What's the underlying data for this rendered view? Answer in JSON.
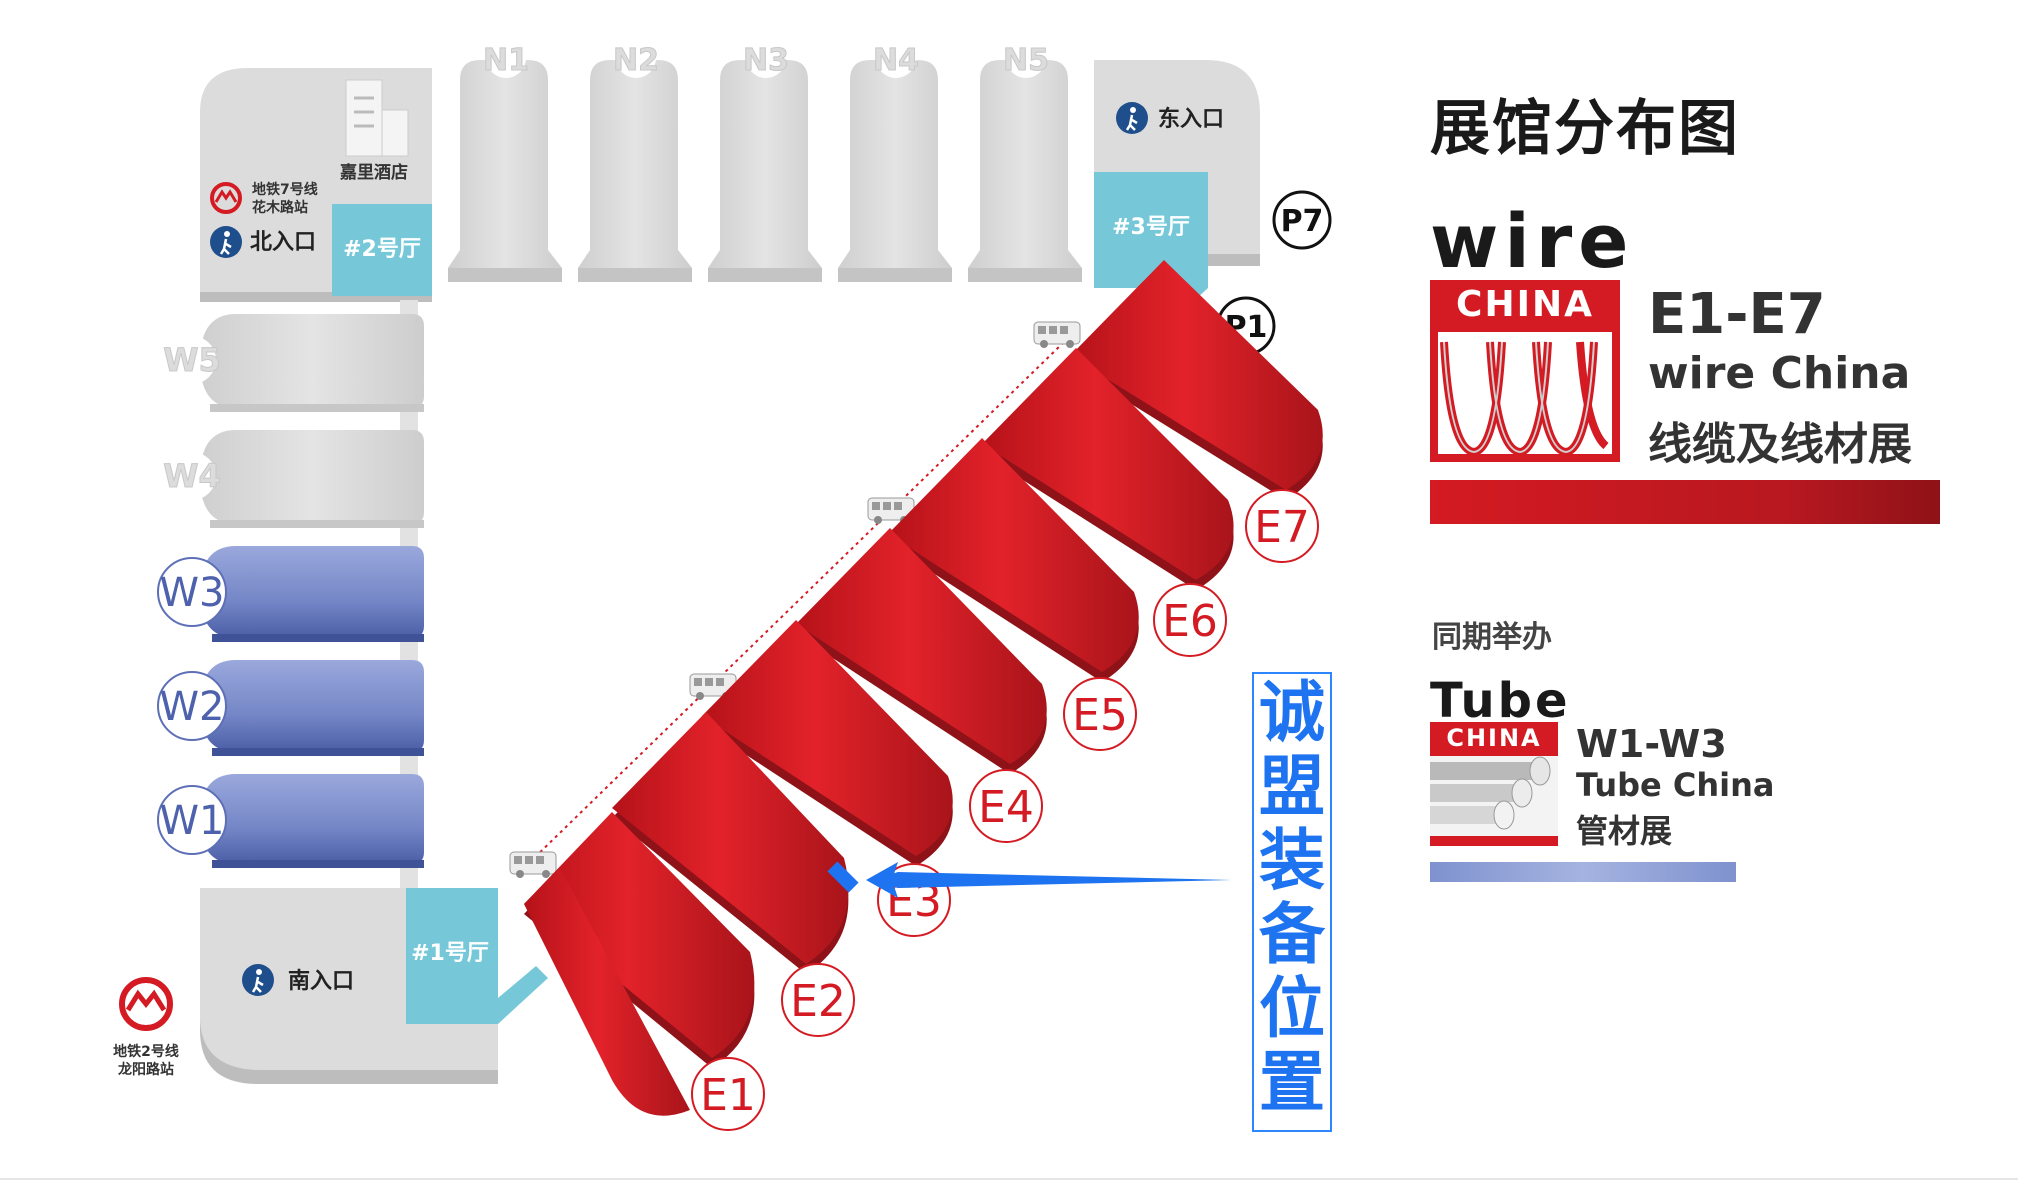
{
  "legend": {
    "title": "展馆分布图",
    "wire_word": "wire",
    "wire_china": "CHINA",
    "wire_range": "E1-E7",
    "wire_name_en": "wire China",
    "wire_name_cn": "线缆及线材展",
    "concurrent_label": "同期举办",
    "tube_word": "Tube",
    "tube_china": "CHINA",
    "tube_range": "W1-W3",
    "tube_name_en": "Tube China",
    "tube_name_cn": "管材展"
  },
  "callout_text": "诚盟装备位置",
  "halls": {
    "north": [
      "N1",
      "N2",
      "N3",
      "N4",
      "N5"
    ],
    "west": [
      "W5",
      "W4",
      "W3",
      "W2",
      "W1"
    ],
    "east": [
      "E1",
      "E2",
      "E3",
      "E4",
      "E5",
      "E6",
      "E7"
    ],
    "hall1": "#1号厅",
    "hall2": "#2号厅",
    "hall3": "#3号厅"
  },
  "entrances": {
    "north": "北入口",
    "east": "东入口",
    "south": "南入口"
  },
  "hotel": "嘉里酒店",
  "metro": {
    "line7_a": "地铁7号线",
    "line7_b": "花木路站",
    "line2_a": "地铁2号线",
    "line2_b": "龙阳路站"
  },
  "parking": [
    "P7",
    "P1"
  ],
  "colors": {
    "wire_red": "#d41a22",
    "tube_blue": "#7f8fcf",
    "link_cyan": "#76c8d9",
    "grey_hall": "#dcdcdc",
    "callout_blue": "#1e73f0"
  },
  "icons": [
    "person-walking-icon",
    "metro-logo-icon",
    "bus-icon",
    "hotel-building-icon",
    "arrow-left-icon"
  ]
}
